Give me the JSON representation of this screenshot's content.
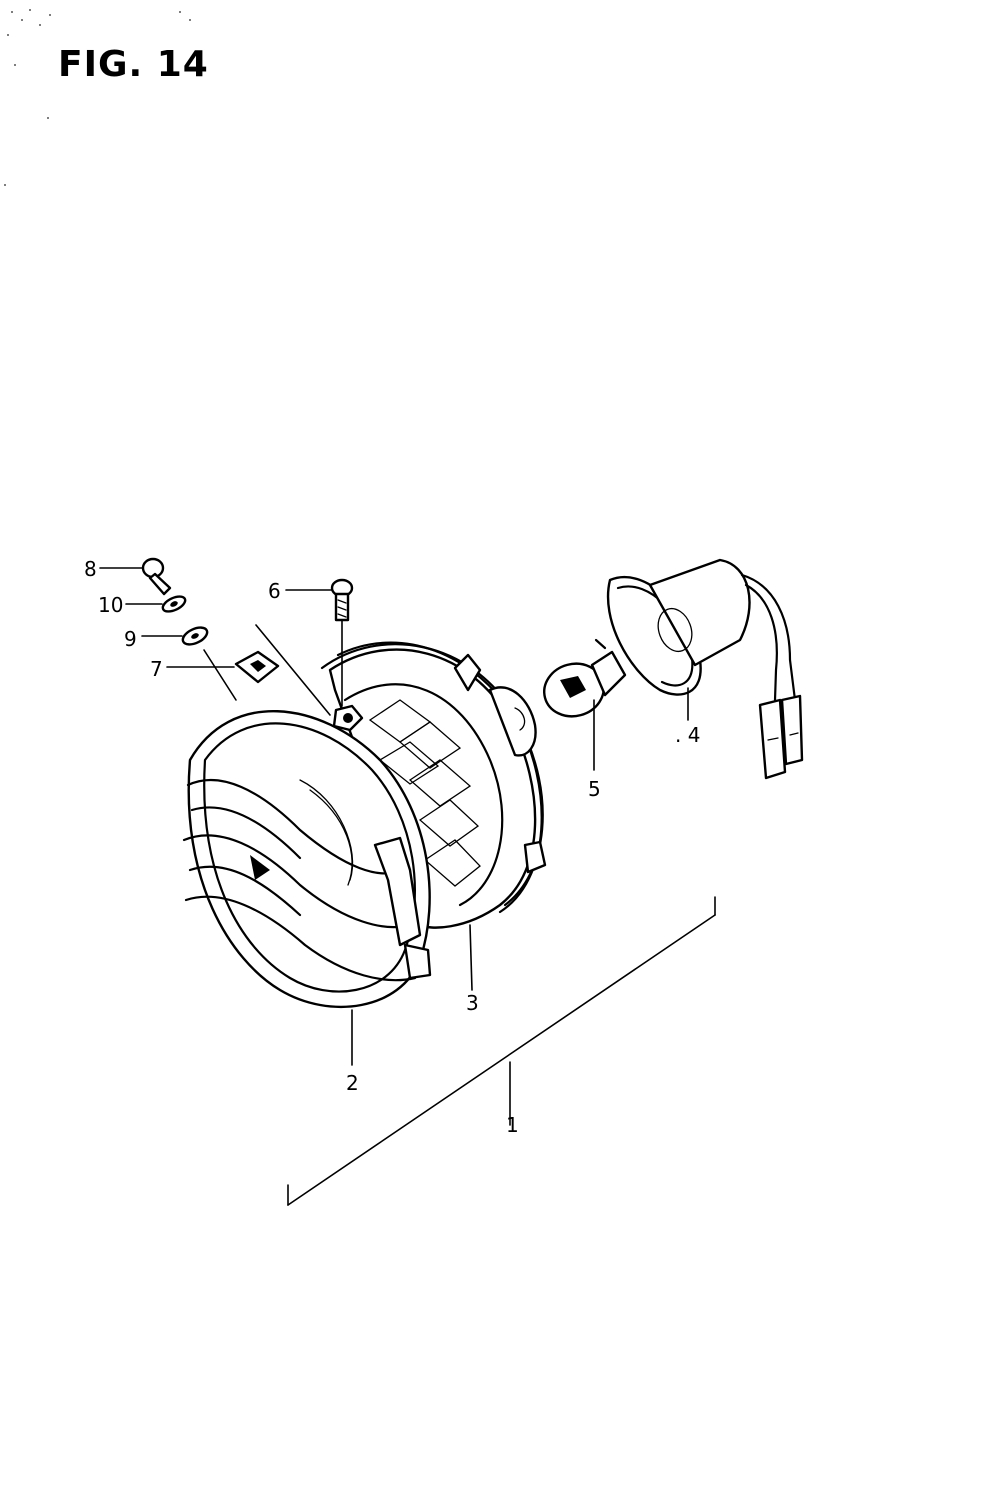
{
  "figure": {
    "title": "FIG. 14"
  },
  "callouts": [
    {
      "id": "1",
      "label": "1"
    },
    {
      "id": "2",
      "label": "2"
    },
    {
      "id": "3",
      "label": "3"
    },
    {
      "id": "4",
      "label": ". 4"
    },
    {
      "id": "5",
      "label": "5"
    },
    {
      "id": "6",
      "label": "6"
    },
    {
      "id": "7",
      "label": "7"
    },
    {
      "id": "8",
      "label": "8"
    },
    {
      "id": "9",
      "label": "9"
    },
    {
      "id": "10",
      "label": "10"
    }
  ],
  "icons": [
    "headlight-housing-icon",
    "headlight-guard-icon",
    "headlight-lens-icon",
    "bulb-socket-icon",
    "bulb-icon",
    "screw-icon",
    "washer-icon",
    "nut-icon"
  ]
}
